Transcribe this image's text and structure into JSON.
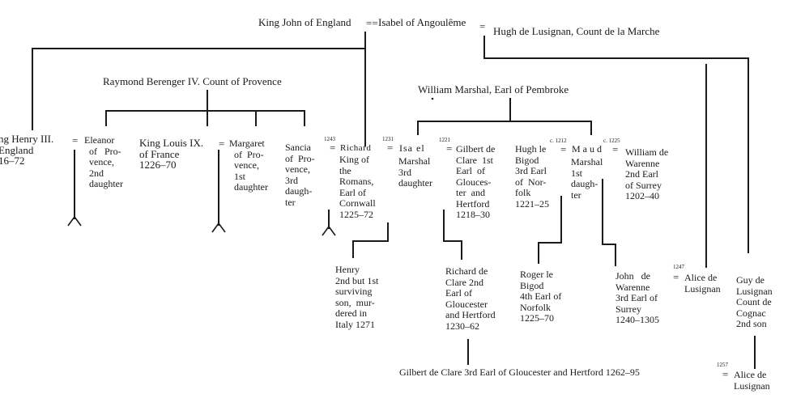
{
  "root": {
    "king_john": "King John of England",
    "eq1": "==",
    "isabel": "Isabel of Angoulême",
    "eq2": "=",
    "hugh": "Hugh de Lusignan, Count de la Marche"
  },
  "raymond": "Raymond Berenger IV. Count of Provence",
  "marshal": "William Marshal, Earl of Pembroke",
  "gen2": {
    "henry": "ng Henry III.\nEngland\n16–72",
    "eq_henry": "=",
    "eleanor": "Eleanor\n  of   Pro-\n  vence,\n  2nd\n  daughter",
    "louis": "King Louis IX.\nof France\n1226–70",
    "eq_louis": "=",
    "margaret": "Margaret\n  of  Pro-\n  vence,\n  1st\n  daughter",
    "sancia": "Sancia\nof  Pro-\nvence,\n3rd\ndaugh-\nter",
    "yr_1243": "1243",
    "eq_sancia": "=",
    "richard": "Richard",
    "richard_desc": "King of\nthe\nRomans,\nEarl of\nCornwall\n1225–72",
    "yr_1231": "1231",
    "eq_richard": "=",
    "isabel_m": "Isa el",
    "isabel_m_desc": "Marshal\n3rd\ndaughter",
    "yr_1221": "1221",
    "eq_gilbert": "=",
    "gilbert": "Gilbert de\nClare  1st\nEarl  of\nGlouces-\nter  and\nHertford\n1218–30",
    "hugh_bigod": "Hugh le\nBigod\n3rd Earl\nof  Nor-\nfolk\n1221–25",
    "yr_1212": "c. 1212",
    "eq_maud1": "=",
    "maud": "M a u d",
    "maud_desc": "Marshal\n1st\ndaugh-\nter",
    "yr_1225": "c. 1225",
    "eq_maud2": "=",
    "william_warenne": "William de\nWarenne\n2nd Earl\nof Surrey\n1202–40"
  },
  "gen3": {
    "henry_son": "Henry\n2nd but 1st\nsurviving\nson,  mur-\ndered in\nItaly 1271",
    "richard_clare": "Richard de\nClare 2nd\nEarl of\nGloucester\nand Hertford\n1230–62",
    "roger_bigod": "Roger le\nBigod\n4th Earl of\nNorfolk\n1225–70",
    "john_warenne": "John   de\nWarenne\n3rd Earl of\nSurrey\n1240–1305",
    "yr_1247": "1247",
    "eq_alice": "=",
    "alice": "Alice de\nLusignan",
    "guy": "Guy de\nLusignan\nCount de\nCognac\n2nd son"
  },
  "gen4": {
    "gilbert_clare": "Gilbert de Clare  3rd Earl of Gloucester and Hertford  1262–95",
    "yr_1257": "1257",
    "eq_alice2": "=",
    "alice2": "Alice de\nLusignan"
  }
}
